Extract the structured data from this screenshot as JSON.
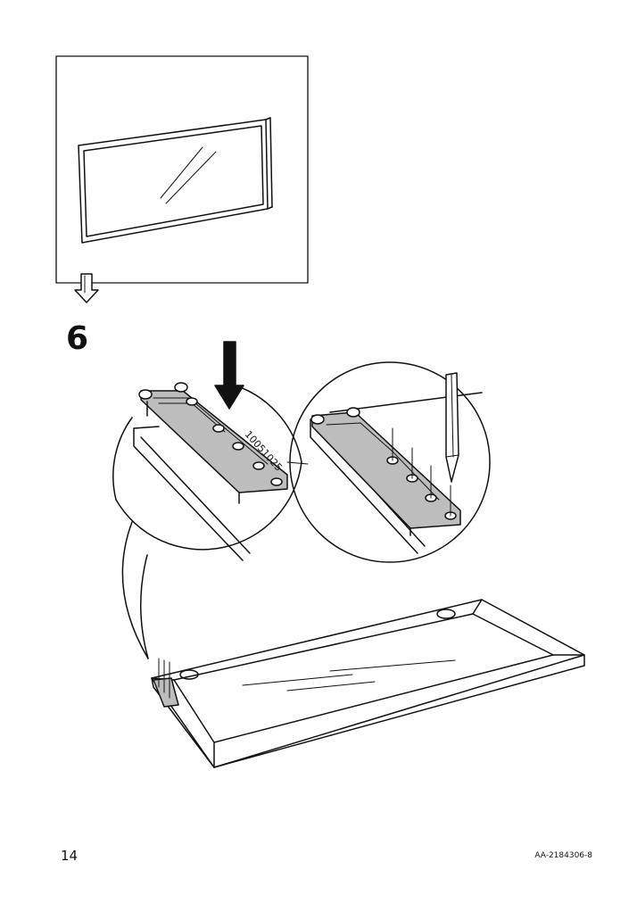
{
  "step": {
    "number": "6"
  },
  "part": {
    "number": "10051025"
  },
  "footer": {
    "page_number": "14",
    "document_code": "AA-2184306-8"
  },
  "icons": {
    "prev_step": "mirror-frame-icon",
    "next_arrow": "down-arrow-icon",
    "press_arrow": "push-down-arrow-icon",
    "tool": "pencil-icon"
  },
  "colors": {
    "line": "#111111",
    "metal": "#bdbdbd",
    "panel": "#ffffff"
  }
}
